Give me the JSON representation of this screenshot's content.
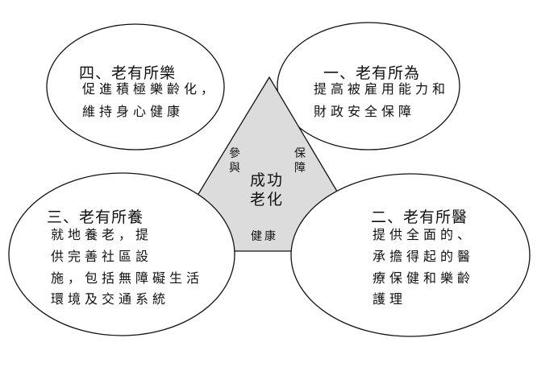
{
  "center": {
    "title_line1": "成功",
    "title_line2": "老化",
    "left_side_label": "參與",
    "right_side_label": "保障",
    "bottom_label": "健康"
  },
  "quadrants": {
    "top_left": {
      "title": "四、老有所樂",
      "lines": [
        "促進積極樂齡化，",
        "維持身心健康"
      ]
    },
    "top_right": {
      "title": "一、老有所為",
      "lines": [
        "提高被雇用能力和",
        "財政安全保障"
      ]
    },
    "bottom_left": {
      "title": "三、老有所養",
      "lines": [
        "就地養老，提",
        "供完善社區設",
        "施，包括無障礙生活",
        "環境及交通系統"
      ]
    },
    "bottom_right": {
      "title": "二、老有所醫",
      "lines": [
        "提供全面的、",
        "承擔得起的醫",
        "療保健和樂齡",
        "護理"
      ]
    }
  }
}
